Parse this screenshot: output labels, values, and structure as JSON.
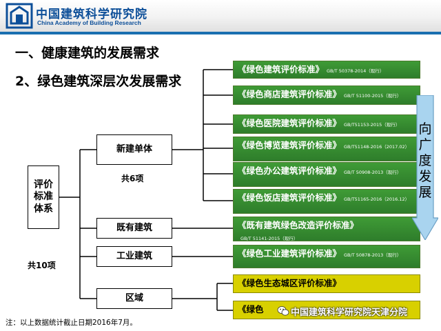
{
  "header": {
    "org_cn": "中国建筑科学研究院",
    "org_en": "China Academy of Building Research",
    "brand_color": "#0d4f99",
    "rule_color": "#1a6fb0"
  },
  "headings": {
    "h1": "一、健康建筑的发展需求",
    "h2": "2、绿色建筑深层次发展需求"
  },
  "tree": {
    "root": "评价\n标准\n体系",
    "total_count": "共10项",
    "categories": {
      "new_building": "新建单体",
      "new_building_count": "共6项",
      "existing": "既有建筑",
      "industrial": "工业建筑",
      "region": "区域"
    }
  },
  "standards": [
    {
      "name": "《绿色建筑评价标准》",
      "code": "GB/T 50378-2014（现行）",
      "style": "green"
    },
    {
      "name": "《绿色商店建筑评价标准》",
      "code": "GB/T 51100-2015（现行）",
      "style": "green"
    },
    {
      "name": "《绿色医院建筑评价标准》",
      "code": "GB/T51153-2015（现行）",
      "style": "green"
    },
    {
      "name": "《绿色博览建筑评价标准》",
      "code": "GB/T51148-2016（2017.02）",
      "style": "green"
    },
    {
      "name": "《绿色办公建筑评价标准》",
      "code": "GB/T 50908-2013（现行）",
      "style": "green"
    },
    {
      "name": "《绿色饭店建筑评价标准》",
      "code": "GB/T51165-2016（2016.12）",
      "style": "green"
    },
    {
      "name": "《既有建筑绿色改造评价标准》",
      "code": "GB/T 51141-2015（现行）",
      "style": "green"
    },
    {
      "name": "《绿色工业建筑评价标准》",
      "code": "GB/T 50878-2013（现行）",
      "style": "green"
    },
    {
      "name": "《绿色生态城区评价标准》",
      "code": "",
      "style": "yellow"
    },
    {
      "name": "《绿色",
      "code": "",
      "style": "yellow"
    }
  ],
  "arrow_text": "向广度发展",
  "note": "注：以上数据统计截止日期2016年7月。",
  "watermark": "中国建筑科学研究院天津分院",
  "colors": {
    "standard_green": "#2e7d2b",
    "standard_yellow": "#d8d000",
    "arrow_fill": "#a9d4ef"
  }
}
